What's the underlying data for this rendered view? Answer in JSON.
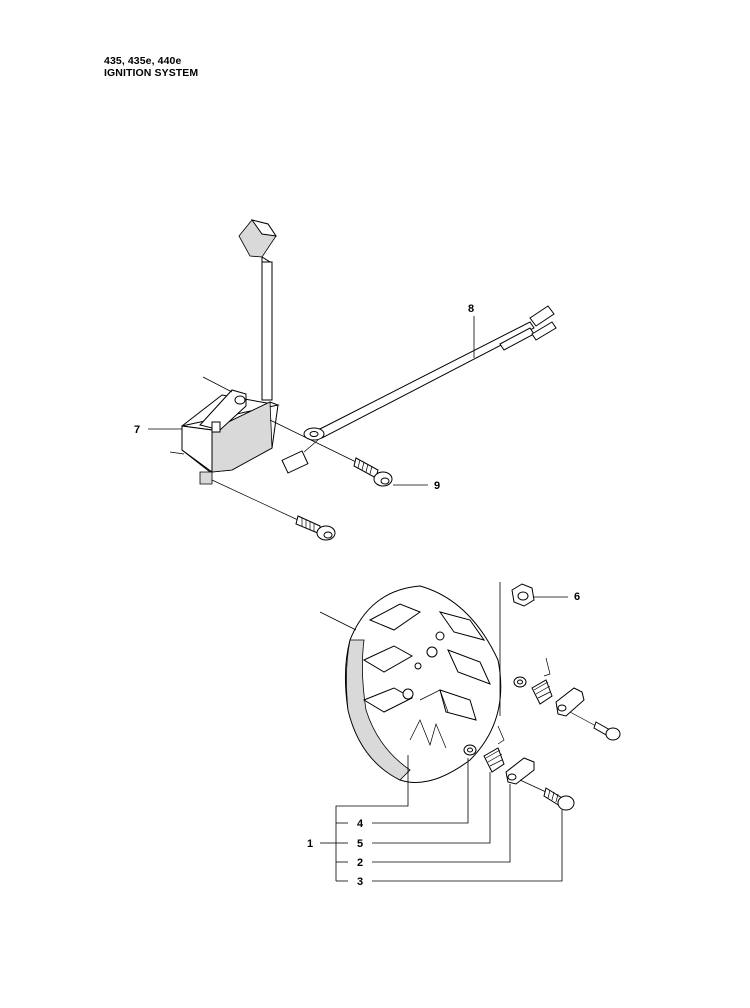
{
  "header": {
    "models": "435, 435e, 440e",
    "section_title": "IGNITION SYSTEM"
  },
  "callouts": {
    "c1": "1",
    "c2": "2",
    "c3": "3",
    "c4": "4",
    "c5": "5",
    "c6": "6",
    "c7": "7",
    "c8": "8",
    "c9": "9"
  }
}
